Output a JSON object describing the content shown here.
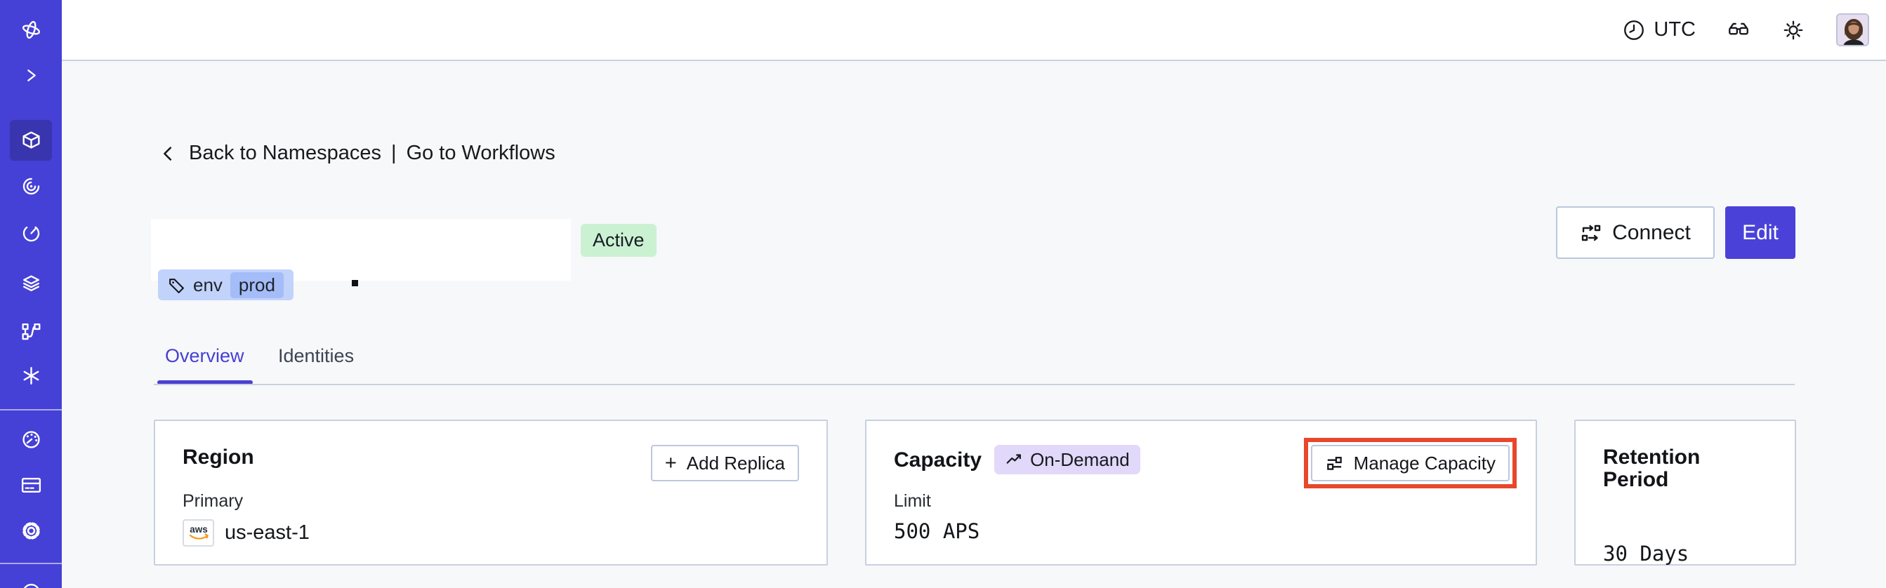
{
  "topbar": {
    "timezone": "UTC"
  },
  "breadcrumb": {
    "back_label": "Back to Namespaces",
    "separator": "|",
    "workflows_label": "Go to Workflows"
  },
  "namespace": {
    "status_badge": "Active",
    "tag_key": "env",
    "tag_value": "prod"
  },
  "actions": {
    "connect_label": "Connect",
    "edit_label": "Edit"
  },
  "tabs": [
    {
      "label": "Overview",
      "active": true
    },
    {
      "label": "Identities",
      "active": false
    }
  ],
  "cards": {
    "region": {
      "title": "Region",
      "add_replica_icon": "+",
      "add_replica_label": "Add Replica",
      "primary_label": "Primary",
      "provider": "aws",
      "value": "us-east-1"
    },
    "capacity": {
      "title": "Capacity",
      "badge": "On-Demand",
      "manage_label": "Manage Capacity",
      "limit_label": "Limit",
      "limit_value": "500 APS"
    },
    "retention": {
      "title": "Retention Period",
      "value": "30 Days"
    }
  },
  "colors": {
    "sidebar": "#4540D6",
    "sidebar_active": "#3935AE",
    "accent": "#4740D4",
    "edit_button": "#4A42D8",
    "active_badge_bg": "#CBF1D3",
    "tag_bg": "#C2D3FB",
    "tag_chip_bg": "#A4BDF8",
    "on_demand_bg": "#E1D8FA",
    "highlight_red": "#E8472B",
    "content_bg": "#F7F8FA"
  },
  "icons": {
    "sidebar": [
      "temporal-logo-icon",
      "chevron-right-icon",
      "namespaces-cube-icon",
      "spiral-icon",
      "timer-icon",
      "layers-icon",
      "branch-icon",
      "asterisk-icon",
      "gauge-icon",
      "credit-card-icon",
      "gear-icon"
    ],
    "topbar": [
      "clock-icon",
      "glasses-icon",
      "sun-icon"
    ],
    "other": [
      "chevron-left-icon",
      "tag-icon",
      "connect-flow-icon",
      "plus-icon",
      "trending-up-icon",
      "sliders-icon",
      "aws-logo"
    ]
  }
}
